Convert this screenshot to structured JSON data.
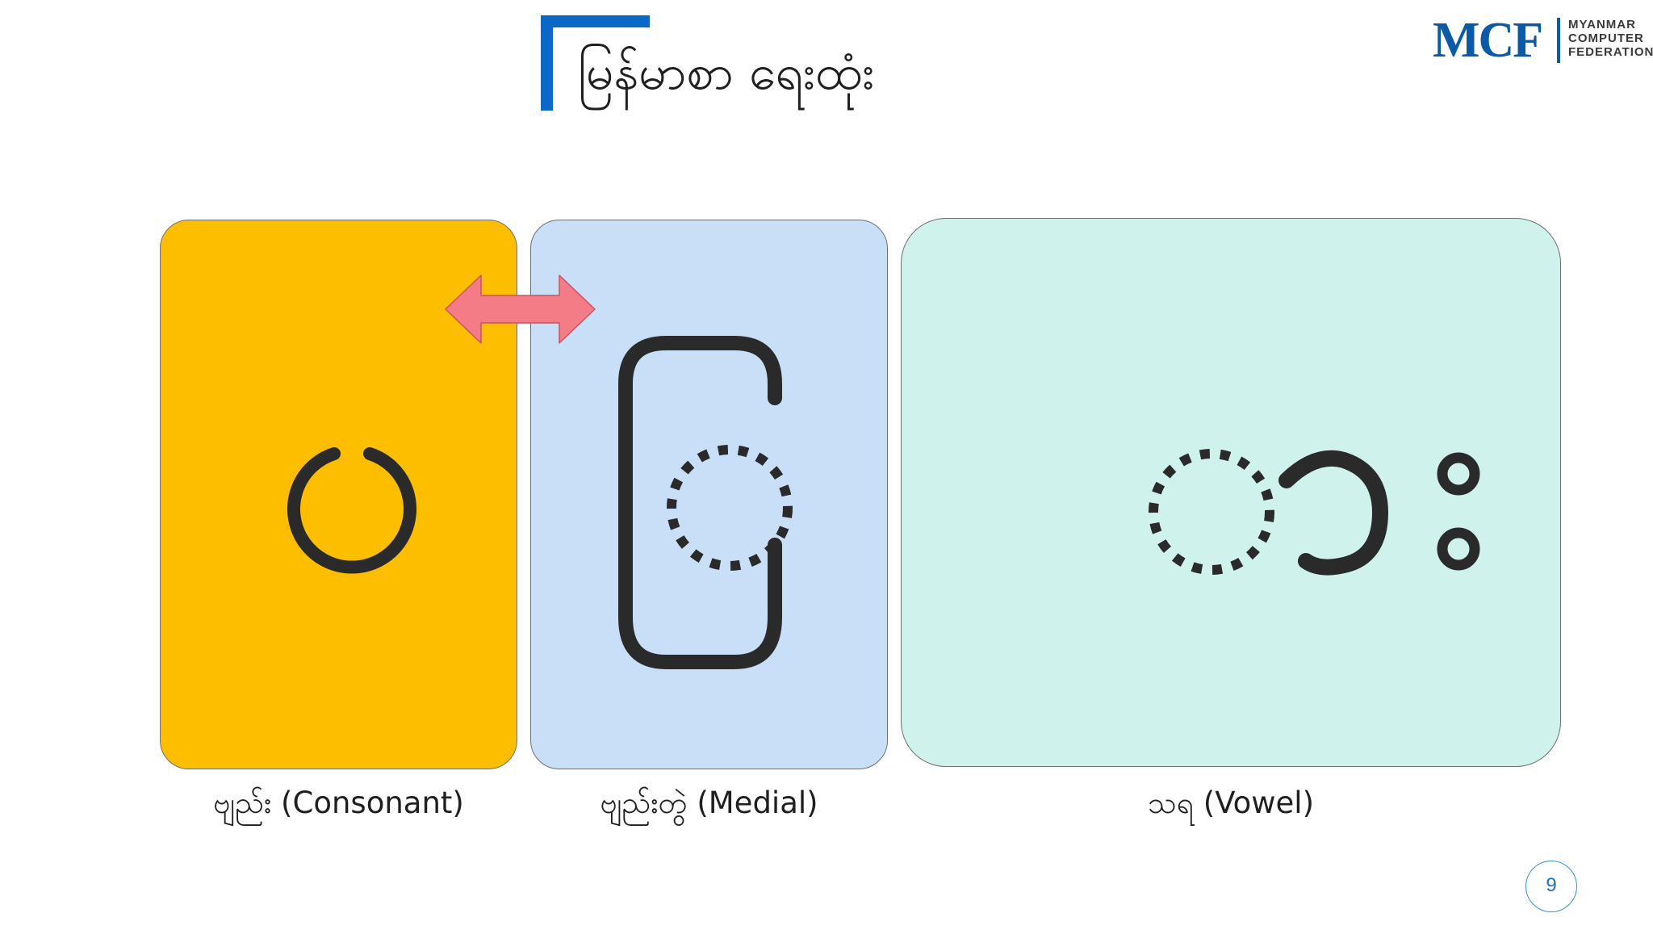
{
  "slide": {
    "title": "မြန်မာစာ ရေးထုံး",
    "page_number": "9"
  },
  "logo": {
    "mark": "MCF",
    "lines": [
      "MYANMAR",
      "COMPUTER",
      "FEDERATION"
    ]
  },
  "cards": {
    "consonant": {
      "caption": "ဗျည်း (Consonant)",
      "color": "#fdbe00"
    },
    "medial": {
      "caption": "ဗျည်းတွဲ (Medial)",
      "color": "#c9dff8"
    },
    "vowel": {
      "caption": "သရ (Vowel)",
      "color": "#d0f2ec"
    }
  },
  "colors": {
    "accent": "#0b68c6",
    "arrow": "#f47c86",
    "glyph": "#2a2a2a"
  },
  "icons": {
    "arrow": "double-headed-arrow-icon",
    "consonant_glyph": "pa-letter-icon",
    "medial_glyph": "ra-medial-icon",
    "vowel_glyph": "aa-visarga-vowel-icon"
  }
}
